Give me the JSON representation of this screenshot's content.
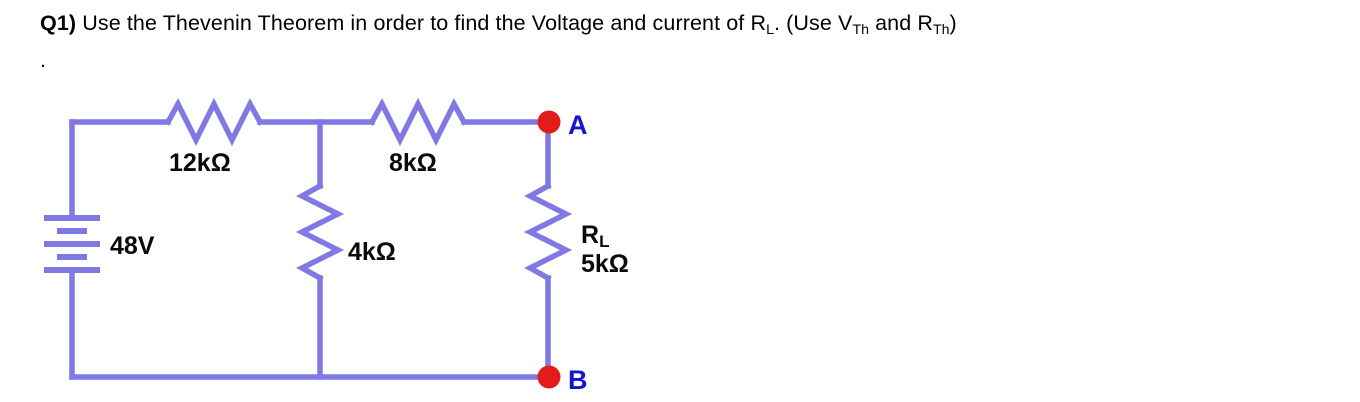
{
  "question": {
    "number": "Q1)",
    "text_part1": "Use the Thevenin Theorem in order to find the Voltage and current of R",
    "sub1": "L",
    "text_part2": ". (Use V",
    "sub2": "Th",
    "text_part3": " and R",
    "sub3": "Th",
    "text_part4": ")",
    "trailing_period": "."
  },
  "circuit": {
    "title": "thevenin-equivalent-source-circuit",
    "source": {
      "type": "dc-voltage-source",
      "label": "48V",
      "value": 48,
      "unit": "V"
    },
    "components": [
      {
        "id": "r1",
        "label": "12kΩ",
        "value": 12,
        "unit": "kΩ",
        "orientation": "horizontal",
        "branch": "top-left"
      },
      {
        "id": "r2",
        "label": "8kΩ",
        "value": 8,
        "unit": "kΩ",
        "orientation": "horizontal",
        "branch": "top-right"
      },
      {
        "id": "r3",
        "label": "4kΩ",
        "value": 4,
        "unit": "kΩ",
        "orientation": "vertical",
        "branch": "middle-shunt"
      },
      {
        "id": "rl",
        "label_name": "R",
        "label_sub": "L",
        "label": "5kΩ",
        "value": 5,
        "unit": "kΩ",
        "orientation": "vertical",
        "branch": "load-right"
      }
    ],
    "terminals": [
      {
        "id": "a",
        "label": "A",
        "position": "top-right"
      },
      {
        "id": "b",
        "label": "B",
        "position": "bottom-right"
      }
    ],
    "colors": {
      "wire": "#8079e3",
      "terminal_dot": "#e21b1b",
      "terminal_label": "#1414d2",
      "component_label": "#0a0a0a",
      "background": "#ffffff"
    }
  }
}
